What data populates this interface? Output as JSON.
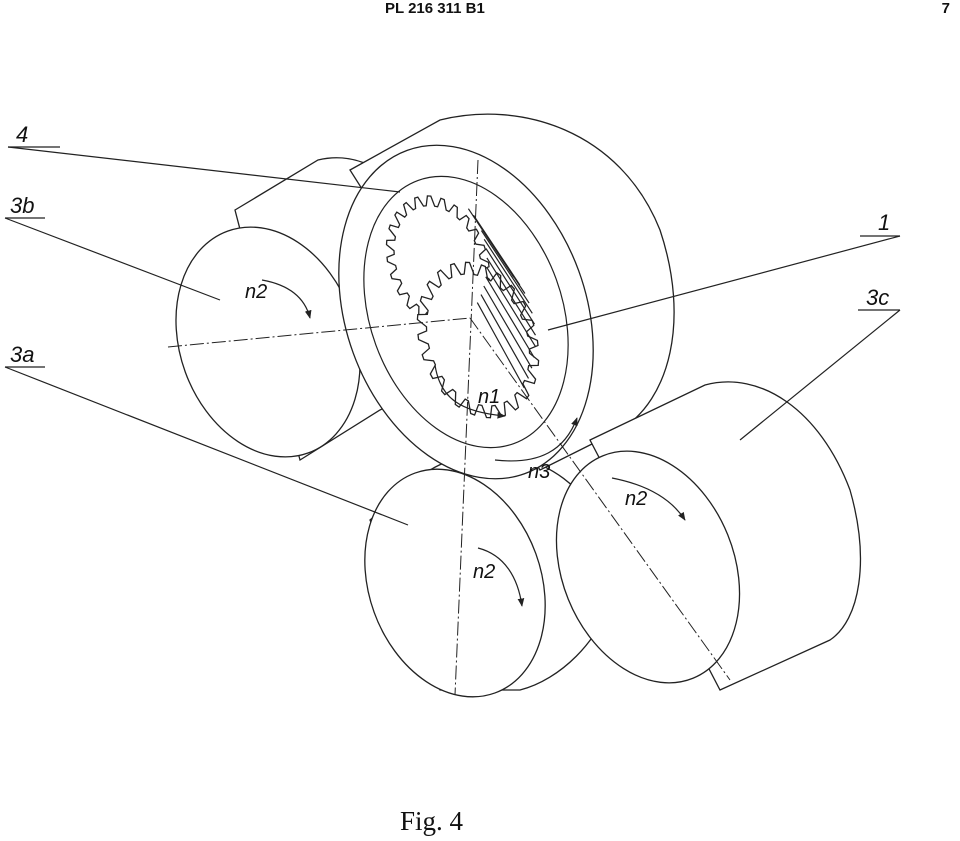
{
  "header": {
    "patent_number": "PL 216 311 B1",
    "page_number": "7"
  },
  "labels": {
    "ring": "4",
    "roll_b": "3b",
    "roll_a": "3a",
    "gear": "1",
    "roll_c": "3c"
  },
  "annotations": {
    "roll_b_speed": "n2",
    "gear_speed": "n1",
    "ring_speed": "n3",
    "roll_a_speed": "n2",
    "roll_c_speed": "n2"
  },
  "caption": "Fig. 4"
}
